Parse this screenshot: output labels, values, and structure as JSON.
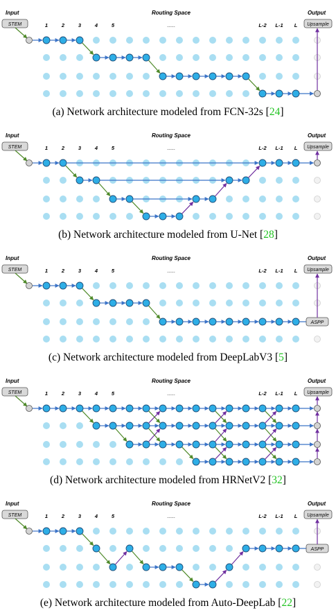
{
  "labels": {
    "input": "Input",
    "routing_space": "Routing Space",
    "output": "Output",
    "stem": "STEM",
    "upsample": "Upsample",
    "aspp": "ASPP",
    "dots": "......",
    "layers": [
      "1",
      "2",
      "3",
      "4",
      "5",
      "L-2",
      "L-1",
      "L"
    ]
  },
  "colors": {
    "grid_node": "#a9def2",
    "active_node": "#2eaee6",
    "active_stroke": "#1f4e79",
    "blue_edge": "#3b73c7",
    "green_edge": "#4f8a2a",
    "purple_edge": "#7030a0",
    "gray_node": "#d3d3d3",
    "box_fill": "#d9d9d9",
    "ref_color": "#22c322"
  },
  "panels": [
    {
      "id": "a",
      "caption_prefix": "(a)  Network architecture modeled from FCN-32s [",
      "ref": "24",
      "caption_suffix": "]",
      "has_aspp": false,
      "paths": [
        [
          [
            0,
            0
          ],
          [
            1,
            0
          ],
          [
            2,
            0
          ],
          [
            3,
            1
          ],
          [
            4,
            1
          ],
          [
            5,
            1
          ],
          [
            6,
            1
          ],
          [
            7,
            2
          ],
          [
            8,
            2
          ],
          [
            9,
            2
          ],
          [
            10,
            2
          ],
          [
            11,
            2
          ],
          [
            12,
            2
          ],
          [
            13,
            3
          ],
          [
            14,
            3
          ],
          [
            15,
            3
          ]
        ]
      ],
      "output_links": [
        [
          15,
          3
        ]
      ]
    },
    {
      "id": "b",
      "caption_prefix": "(b)  Network architecture modeled from U-Net [",
      "ref": "28",
      "caption_suffix": "]",
      "has_aspp": false,
      "paths": [
        [
          [
            0,
            0
          ],
          [
            1,
            0
          ],
          [
            2,
            1
          ],
          [
            3,
            1
          ],
          [
            4,
            2
          ],
          [
            5,
            2
          ],
          [
            6,
            3
          ],
          [
            7,
            3
          ],
          [
            8,
            3
          ],
          [
            9,
            2
          ],
          [
            10,
            2
          ],
          [
            11,
            1
          ],
          [
            12,
            1
          ],
          [
            13,
            0
          ],
          [
            14,
            0
          ],
          [
            15,
            0
          ]
        ],
        [
          [
            1,
            0
          ],
          [
            13,
            0
          ]
        ],
        [
          [
            3,
            1
          ],
          [
            11,
            1
          ]
        ],
        [
          [
            5,
            2
          ],
          [
            9,
            2
          ]
        ]
      ],
      "output_links": [
        [
          15,
          0
        ]
      ]
    },
    {
      "id": "c",
      "caption_prefix": "(c)  Network architecture modeled from DeepLabV3 [",
      "ref": "5",
      "caption_suffix": "]",
      "has_aspp": true,
      "paths": [
        [
          [
            0,
            0
          ],
          [
            1,
            0
          ],
          [
            2,
            0
          ],
          [
            3,
            1
          ],
          [
            4,
            1
          ],
          [
            5,
            1
          ],
          [
            6,
            1
          ],
          [
            7,
            2
          ],
          [
            8,
            2
          ],
          [
            9,
            2
          ],
          [
            10,
            2
          ],
          [
            11,
            2
          ],
          [
            12,
            2
          ],
          [
            13,
            2
          ],
          [
            14,
            2
          ],
          [
            15,
            2
          ]
        ]
      ],
      "output_links": [
        [
          15,
          2
        ]
      ]
    },
    {
      "id": "d",
      "caption_prefix": "(d)  Network architecture modeled from HRNetV2 [",
      "ref": "32",
      "caption_suffix": "]",
      "has_aspp": false,
      "paths": [
        [
          [
            0,
            0
          ],
          [
            1,
            0
          ],
          [
            2,
            0
          ],
          [
            3,
            0
          ],
          [
            4,
            0
          ],
          [
            5,
            0
          ],
          [
            6,
            0
          ],
          [
            7,
            0
          ],
          [
            8,
            0
          ],
          [
            9,
            0
          ],
          [
            10,
            0
          ],
          [
            11,
            0
          ],
          [
            12,
            0
          ],
          [
            13,
            0
          ],
          [
            14,
            0
          ],
          [
            15,
            0
          ]
        ],
        [
          [
            3,
            1
          ],
          [
            4,
            1
          ],
          [
            5,
            1
          ],
          [
            6,
            1
          ],
          [
            7,
            1
          ],
          [
            8,
            1
          ],
          [
            9,
            1
          ],
          [
            10,
            1
          ],
          [
            11,
            1
          ],
          [
            12,
            1
          ],
          [
            13,
            1
          ],
          [
            14,
            1
          ],
          [
            15,
            1
          ]
        ],
        [
          [
            5,
            2
          ],
          [
            6,
            2
          ],
          [
            7,
            2
          ],
          [
            8,
            2
          ],
          [
            9,
            2
          ],
          [
            10,
            2
          ],
          [
            11,
            2
          ],
          [
            12,
            2
          ],
          [
            13,
            2
          ],
          [
            14,
            2
          ],
          [
            15,
            2
          ]
        ],
        [
          [
            9,
            3
          ],
          [
            10,
            3
          ],
          [
            11,
            3
          ],
          [
            12,
            3
          ],
          [
            13,
            3
          ],
          [
            14,
            3
          ],
          [
            15,
            3
          ]
        ],
        [
          [
            2,
            0
          ],
          [
            3,
            1
          ]
        ],
        [
          [
            4,
            1
          ],
          [
            5,
            2
          ]
        ],
        [
          [
            8,
            2
          ],
          [
            9,
            3
          ]
        ],
        [
          [
            6,
            1
          ],
          [
            7,
            0
          ]
        ],
        [
          [
            6,
            0
          ],
          [
            7,
            1
          ]
        ],
        [
          [
            6,
            2
          ],
          [
            7,
            1
          ]
        ],
        [
          [
            6,
            1
          ],
          [
            7,
            2
          ]
        ],
        [
          [
            10,
            0
          ],
          [
            11,
            1
          ]
        ],
        [
          [
            10,
            1
          ],
          [
            11,
            0
          ]
        ],
        [
          [
            10,
            1
          ],
          [
            11,
            2
          ]
        ],
        [
          [
            10,
            2
          ],
          [
            11,
            1
          ]
        ],
        [
          [
            10,
            2
          ],
          [
            11,
            3
          ]
        ],
        [
          [
            10,
            3
          ],
          [
            11,
            2
          ]
        ],
        [
          [
            13,
            0
          ],
          [
            14,
            1
          ]
        ],
        [
          [
            13,
            1
          ],
          [
            14,
            0
          ]
        ],
        [
          [
            13,
            1
          ],
          [
            14,
            2
          ]
        ],
        [
          [
            13,
            2
          ],
          [
            14,
            1
          ]
        ],
        [
          [
            13,
            2
          ],
          [
            14,
            3
          ]
        ],
        [
          [
            13,
            3
          ],
          [
            14,
            2
          ]
        ]
      ],
      "output_links": [
        [
          15,
          0
        ],
        [
          15,
          1
        ],
        [
          15,
          2
        ],
        [
          15,
          3
        ]
      ]
    },
    {
      "id": "e",
      "caption_prefix": "(e)  Network architecture modeled from Auto-DeepLab [",
      "ref": "22",
      "caption_suffix": "]",
      "has_aspp": true,
      "paths": [
        [
          [
            0,
            0
          ],
          [
            1,
            0
          ],
          [
            2,
            0
          ],
          [
            3,
            1
          ],
          [
            4,
            2
          ],
          [
            5,
            1
          ],
          [
            6,
            2
          ],
          [
            7,
            2
          ],
          [
            8,
            2
          ],
          [
            9,
            3
          ],
          [
            10,
            3
          ],
          [
            11,
            2
          ],
          [
            12,
            1
          ],
          [
            13,
            1
          ],
          [
            14,
            1
          ],
          [
            15,
            1
          ]
        ]
      ],
      "output_links": [
        [
          15,
          1
        ]
      ]
    }
  ]
}
